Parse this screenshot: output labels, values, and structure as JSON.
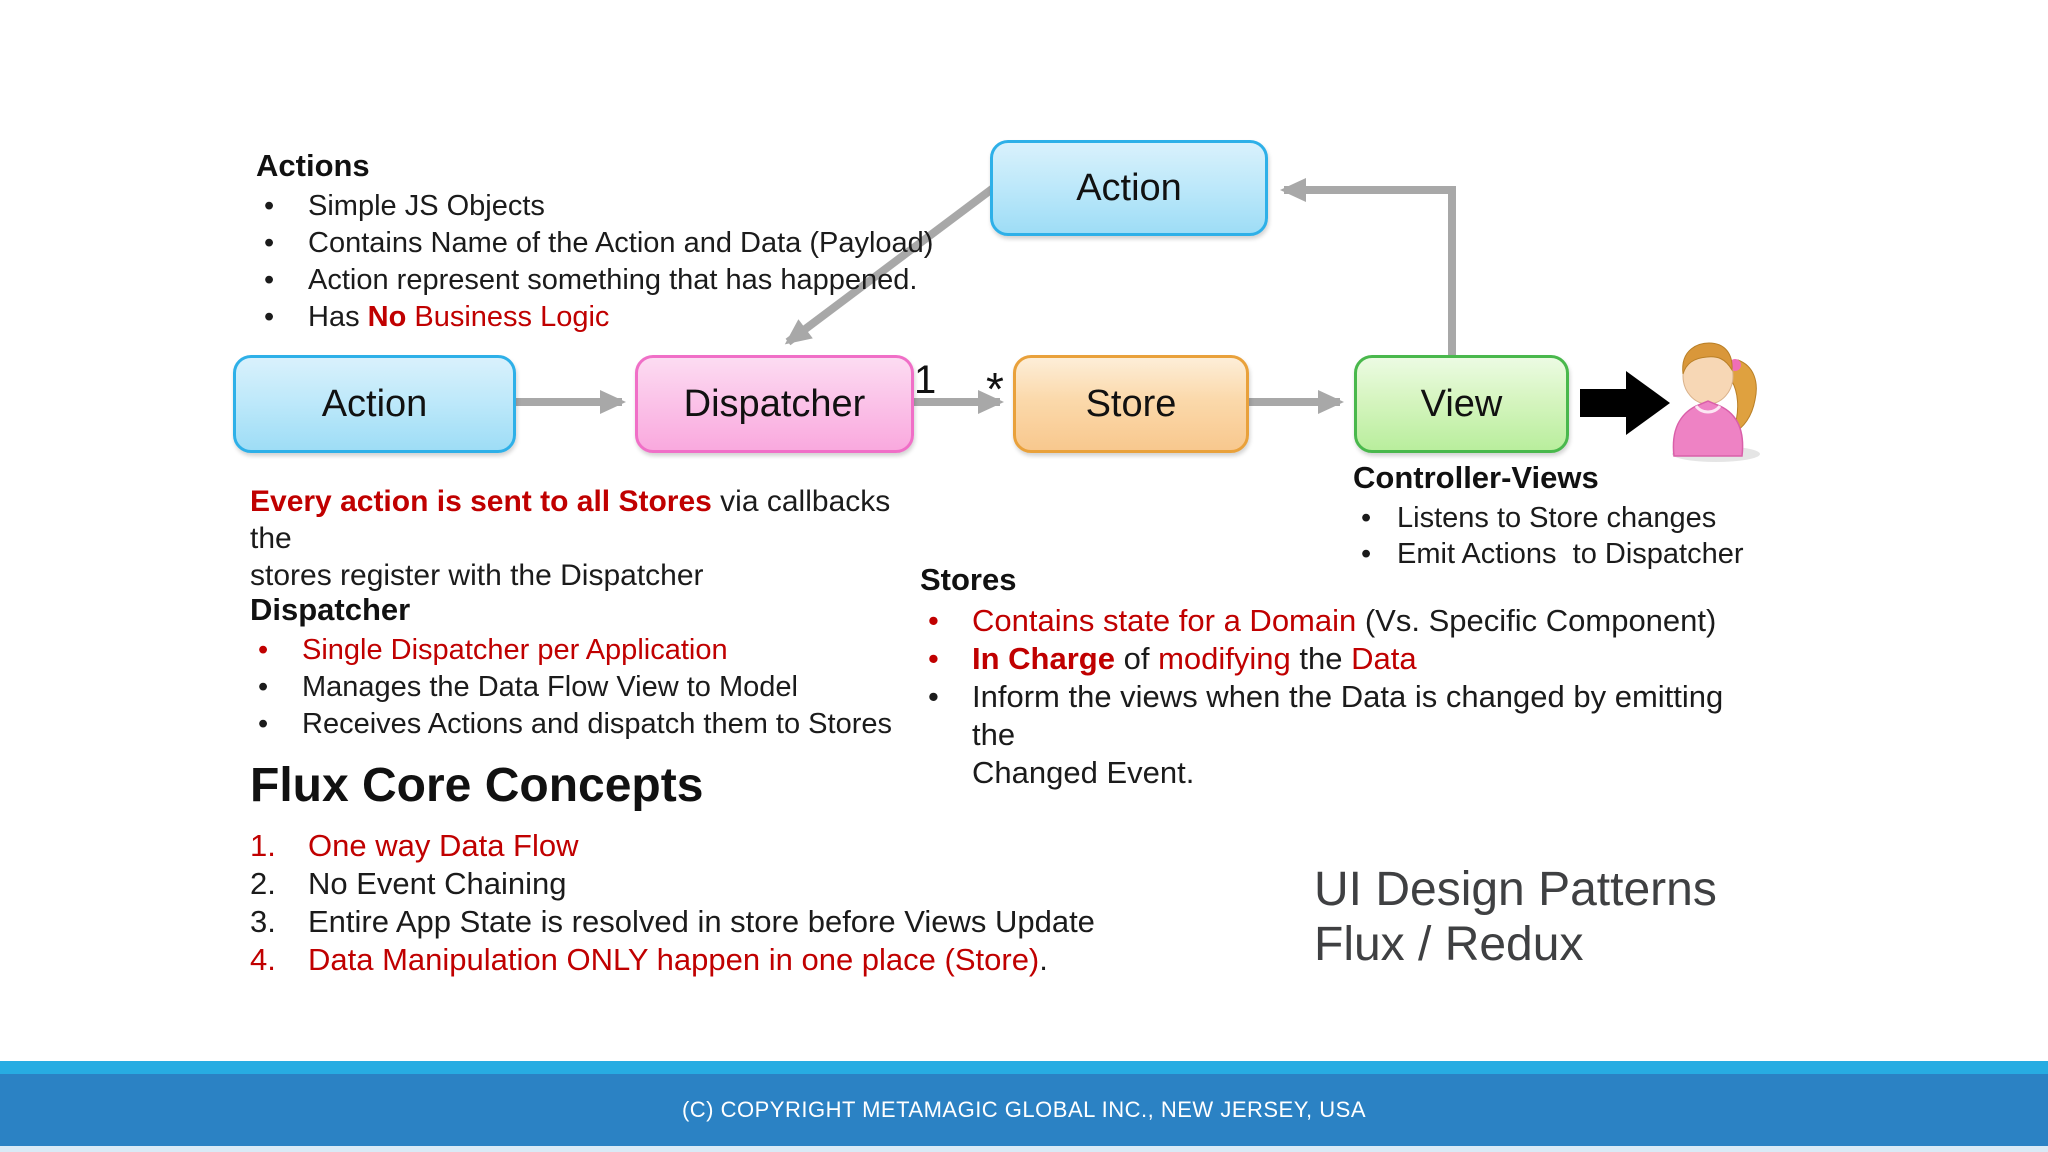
{
  "colors": {
    "red": "#C00000",
    "arrow_gray": "#A8A8A8",
    "action_border": "#2EB0E8",
    "dispatcher_border": "#F06FC7",
    "store_border": "#E9A13B",
    "view_border": "#49B84C",
    "footer_stripe": "#27ACE2",
    "footer_bar": "#2B82C4",
    "side_title_gray": "#3F4042"
  },
  "diagram": {
    "action_top": "Action",
    "action_left": "Action",
    "dispatcher": "Dispatcher",
    "store": "Store",
    "view": "View",
    "mult_one": "1",
    "mult_many": "*",
    "icons": [
      "black-right-arrow",
      "user-icon"
    ]
  },
  "actions_block": {
    "title": "Actions",
    "bullet1": "Simple JS Objects",
    "bullet2": "Contains Name of the Action and Data (Payload)",
    "bullet3": "Action represent something that has happened.",
    "bullet4_pre": "Has ",
    "bullet4_no": "No",
    "bullet4_post": " Business Logic"
  },
  "every_action": {
    "line1_bold_red": "Every action is sent to all Stores",
    "line1_rest": " via callbacks the",
    "line2": "stores register with the Dispatcher"
  },
  "dispatcher_block": {
    "title": "Dispatcher",
    "bullet1": "Single Dispatcher per Application",
    "bullet2": "Manages the Data Flow View to Model",
    "bullet3": "Receives Actions and dispatch them to Stores"
  },
  "stores_block": {
    "title": "Stores",
    "b1_red": "Contains state for a Domain",
    "b1_black": " (Vs. Specific Component)",
    "b2_bold_red": "In Charge",
    "b2_of": " of ",
    "b2_modifying": "modifying",
    "b2_the": " the ",
    "b2_data": "Data",
    "b3_line1": "Inform the views when the Data is changed by emitting the",
    "b3_line2": "Changed Event."
  },
  "controller_views": {
    "title": "Controller-Views",
    "bullet1": "Listens to Store changes",
    "bullet2": "Emit Actions  to Dispatcher"
  },
  "flux": {
    "title": "Flux Core Concepts",
    "items": [
      {
        "num": "1.",
        "text": "One way Data Flow"
      },
      {
        "num": "2.",
        "text": "No Event Chaining"
      },
      {
        "num": "3.",
        "text": "Entire App State is resolved in store before Views Update"
      },
      {
        "num": "4.",
        "text": "Data Manipulation ONLY happen in one place (Store)",
        "tail": "."
      }
    ]
  },
  "side_title": {
    "line1": "UI Design Patterns",
    "line2": "Flux / Redux"
  },
  "footer": {
    "copyright": "(C) COPYRIGHT METAMAGIC GLOBAL INC., NEW JERSEY, USA"
  }
}
